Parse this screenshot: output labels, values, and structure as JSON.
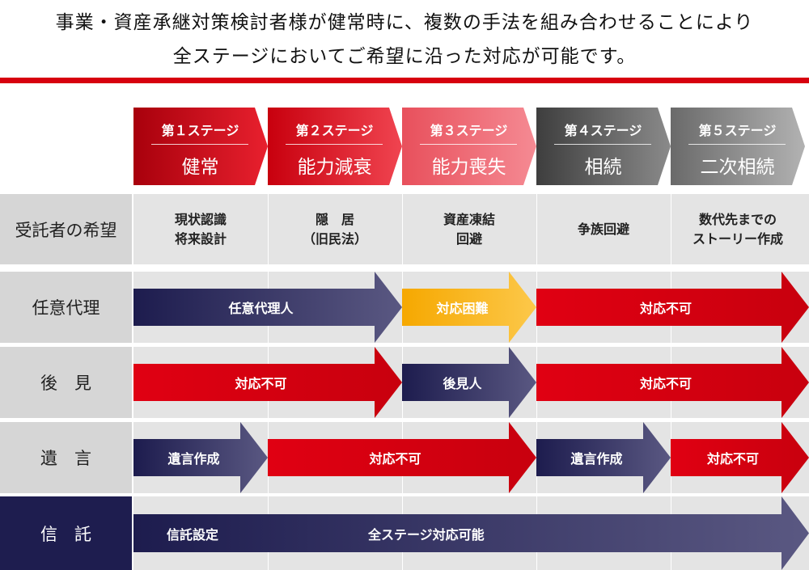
{
  "intro": {
    "line1": "事業・資産承継対策検討者様が健常時に、複数の手法を組み合わせることにより",
    "line2": "全ステージにおいてご希望に沿った対応が可能です。"
  },
  "stages": [
    {
      "num": "第１ステージ",
      "name": "健常"
    },
    {
      "num": "第２ステージ",
      "name": "能力減衰"
    },
    {
      "num": "第３ステージ",
      "name": "能力喪失"
    },
    {
      "num": "第４ステージ",
      "name": "相続"
    },
    {
      "num": "第５ステージ",
      "name": "二次相続"
    }
  ],
  "hope": {
    "label": "受託者の希望",
    "items": [
      {
        "line1": "現状認識",
        "line2": "将来設計"
      },
      {
        "line1": "隠　居",
        "line2": "（旧民法）"
      },
      {
        "line1": "資産凍結",
        "line2": "回避"
      },
      {
        "line1": "争族回避",
        "line2": ""
      },
      {
        "line1": "数代先までの",
        "line2": "ストーリー作成"
      }
    ]
  },
  "rows": [
    {
      "label": "任意代理",
      "arrows": [
        {
          "text": "任意代理人",
          "color": "indigo",
          "start": 1,
          "end": 2
        },
        {
          "text": "対応困難",
          "color": "gold",
          "start": 3,
          "end": 3
        },
        {
          "text": "対応不可",
          "color": "red",
          "start": 4,
          "end": 5
        }
      ]
    },
    {
      "label": "後　見",
      "arrows": [
        {
          "text": "対応不可",
          "color": "red",
          "start": 1,
          "end": 2
        },
        {
          "text": "後見人",
          "color": "indigo",
          "start": 3,
          "end": 3
        },
        {
          "text": "対応不可",
          "color": "red",
          "start": 4,
          "end": 5
        }
      ]
    },
    {
      "label": "遺　言",
      "arrows": [
        {
          "text": "遺言作成",
          "color": "indigo",
          "start": 1,
          "end": 1
        },
        {
          "text": "対応不可",
          "color": "red",
          "start": 2,
          "end": 3
        },
        {
          "text": "遺言作成",
          "color": "indigo",
          "start": 4,
          "end": 4
        },
        {
          "text": "対応不可",
          "color": "red",
          "start": 5,
          "end": 5
        }
      ]
    },
    {
      "label": "信　託",
      "arrows": [
        {
          "text": "信託設定",
          "text2": "全ステージ対応可能",
          "color": "indigo",
          "start": 1,
          "end": 5
        }
      ]
    }
  ],
  "colors": {
    "accent_red": "#d7000f",
    "trust_label_bg": "#1e1d4f"
  }
}
